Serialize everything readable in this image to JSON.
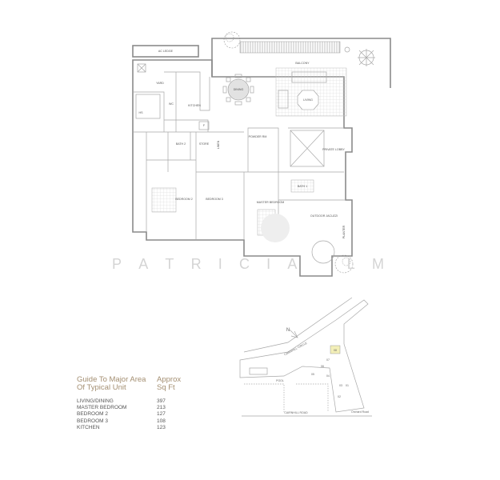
{
  "floor_plan": {
    "rooms": {
      "ac_ledge": "AC LEDGE",
      "balcony": "BALCONY",
      "yard": "YARD",
      "hs": "HS",
      "wc": "WC",
      "kitchen": "KITCHEN",
      "dining": "DINING",
      "living": "LIVING",
      "fridge": "F",
      "bath2": "BATH 2",
      "store": "STORE",
      "linen": "LINEN",
      "powder_rm": "POWDER RM",
      "private_lobby": "PRIVATE LOBBY",
      "bath1": "BATH 1",
      "bedroom2": "BEDROOM 2",
      "bedroom3": "BEDROOM 3",
      "master_bedroom": "MASTER BEDROOM",
      "outdoor_jacuzzi": "OUTDOOR JACUZZI",
      "planter": "PLANTER"
    }
  },
  "watermark": [
    "P",
    "A",
    "T",
    "R",
    "I",
    "C",
    "I",
    "A",
    "L",
    "I",
    "M"
  ],
  "area_table": {
    "heading_col1": [
      "Guide To Major Area",
      "Of Typical Unit"
    ],
    "heading_col2": [
      "Approx",
      "Sq Ft"
    ],
    "rows": [
      {
        "room": "LIVING/DINING",
        "sqft": "397"
      },
      {
        "room": "MASTER BEDROOM",
        "sqft": "213"
      },
      {
        "room": "BEDROOM 2",
        "sqft": "127"
      },
      {
        "room": "BEDROOM 3",
        "sqft": "108"
      },
      {
        "room": "KITCHEN",
        "sqft": "123"
      }
    ]
  },
  "site_plan": {
    "north": "N",
    "street_circle": "CAIRNHILL CIRCLE",
    "street_road": "CAIRNHILL ROAD",
    "orchard": "Orchard Road",
    "pool": "POOL",
    "blocks": [
      "01",
      "02",
      "03",
      "04",
      "05",
      "06",
      "07",
      "08"
    ],
    "highlight_color": "#f3efb8"
  }
}
